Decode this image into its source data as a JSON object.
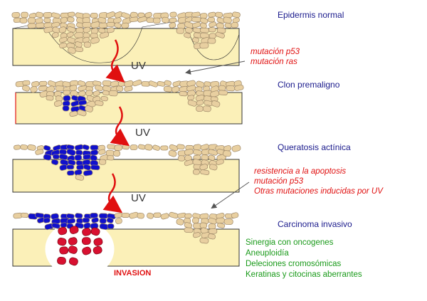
{
  "stages": [
    {
      "label": "Epidermis normal"
    },
    {
      "label": "Clon premaligno"
    },
    {
      "label": "Queratosis actínica"
    },
    {
      "label": "Carcinoma invasivo"
    }
  ],
  "uv_labels": [
    "UV",
    "UV",
    "UV"
  ],
  "mutations_1": [
    "mutación p53",
    "mutación ras"
  ],
  "mutations_2": [
    "resistencia a la apoptosis",
    "mutación p53",
    "Otras mutaciones inducidas por UV"
  ],
  "features_final": [
    "Sinergia con oncogenes",
    "Aneuploidía",
    "Deleciones cromosómicas",
    "Keratinas y citocinas aberrantes"
  ],
  "invasion_label": "INVASION",
  "colors": {
    "dermis": "#fbf0b8",
    "cell": "#e8cfa0",
    "cell_outline": "#a08a6a",
    "premalignant": "#1010cc",
    "invasive": "#d81030",
    "arrow": "#e01010",
    "stage_title": "#1a1a8c",
    "mutation_text": "#e01010",
    "feature_text": "#1a9a1a"
  },
  "icons": [
    "curved-arrow-icon",
    "pointer-arrow-icon"
  ]
}
